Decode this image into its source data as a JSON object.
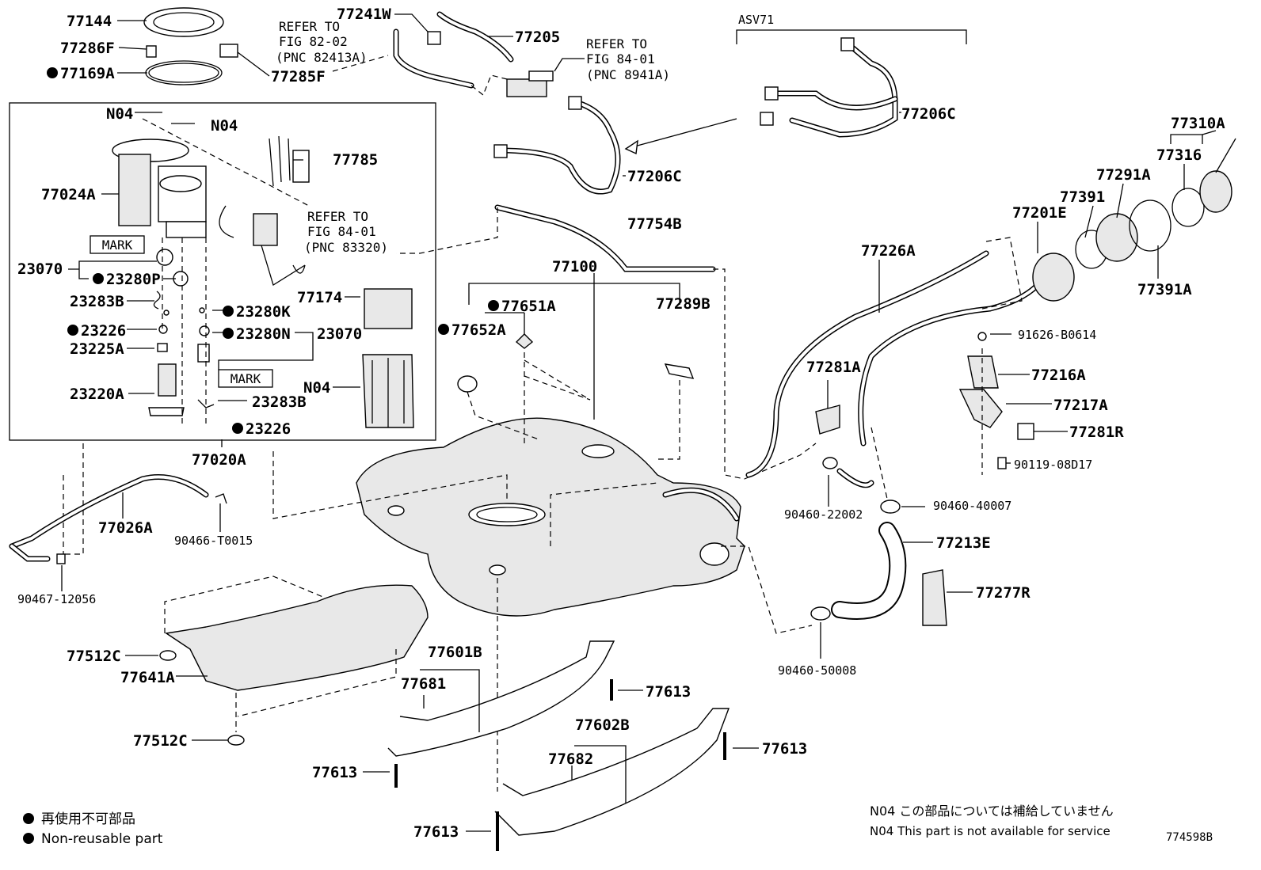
{
  "labels": {
    "p77144": "77144",
    "p77286F": "77286F",
    "p77169A": "77169A",
    "p77285F": "77285F",
    "p77241W": "77241W",
    "p77205": "77205",
    "p77206C_a": "77206C",
    "p77206C_b": "77206C",
    "p77785": "77785",
    "p77024A": "77024A",
    "p23070_a": "23070",
    "p23070_b": "23070",
    "p23280P": "23280P",
    "p23283B_a": "23283B",
    "p23283B_b": "23283B",
    "p23226_a": "23226",
    "p23226_b": "23226",
    "p23225A": "23225A",
    "p23220A": "23220A",
    "p23280K": "23280K",
    "p23280N": "23280N",
    "p77174": "77174",
    "pN04_a": "N04",
    "pN04_b": "N04",
    "pN04_c": "N04",
    "p77020A": "77020A",
    "p77026A": "77026A",
    "p90466": "90466-T0015",
    "p90467": "90467-12056",
    "p77754B": "77754B",
    "p77100": "77100",
    "p77651A": "77651A",
    "p77652A": "77652A",
    "p77289B": "77289B",
    "p77226A": "77226A",
    "p77201E": "77201E",
    "p77391": "77391",
    "p77291A": "77291A",
    "p77316": "77316",
    "p77310A": "77310A",
    "p77391A": "77391A",
    "p91626": "91626-B0614",
    "p77216A": "77216A",
    "p77217A": "77217A",
    "p77281A": "77281A",
    "p77281R": "77281R",
    "p90119": "90119-08D17",
    "p90460_22002": "90460-22002",
    "p90460_40007": "90460-40007",
    "p77213E": "77213E",
    "p77277R": "77277R",
    "p90460_50008": "90460-50008",
    "p77512C_a": "77512C",
    "p77512C_b": "77512C",
    "p77641A": "77641A",
    "p77601B": "77601B",
    "p77681": "77681",
    "p77613_a": "77613",
    "p77613_b": "77613",
    "p77613_c": "77613",
    "p77613_d": "77613",
    "p77602B": "77602B",
    "p77682": "77682",
    "asv71": "ASV71"
  },
  "mark_labels": {
    "m1": "MARK",
    "m2": "MARK"
  },
  "refs": {
    "r1": {
      "l1": "REFER TO",
      "l2": "FIG 82-02",
      "l3": "(PNC 82413A)"
    },
    "r2": {
      "l1": "REFER TO",
      "l2": "FIG 84-01",
      "l3": "(PNC 8941A)"
    },
    "r3": {
      "l1": "REFER TO",
      "l2": "FIG 84-01",
      "l3": "(PNC 83320)"
    }
  },
  "legend": {
    "non_reusable_jp": "再使用不可部品",
    "non_reusable_en": "Non-reusable part",
    "n04_jp": "N04 この部品については補給していません",
    "n04_en": "N04  This part is not available for service",
    "figure_id": "774598B"
  }
}
